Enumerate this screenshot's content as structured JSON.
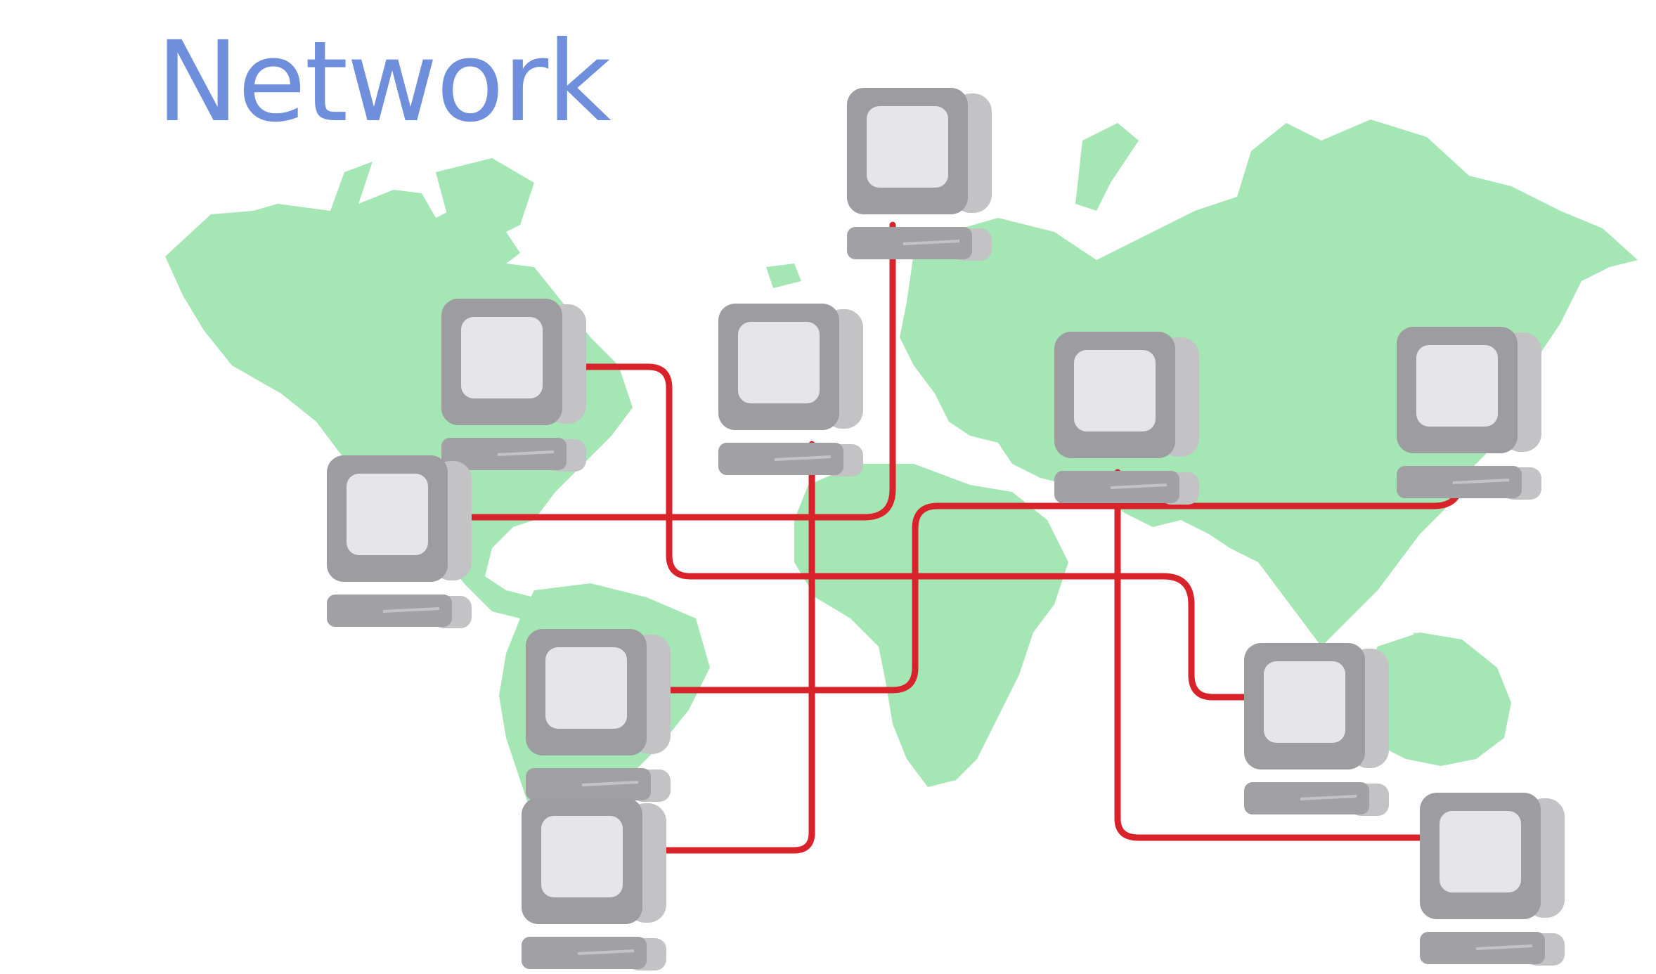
{
  "title": "Network",
  "colors": {
    "title": "#6f8fdc",
    "land": "#a4e6b4",
    "connection": "#d9232a",
    "computer_body": "#9d9da1",
    "computer_side": "#c3c3c6",
    "computer_screen": "#e6e6e9",
    "computer_base": "#a1a1a5",
    "background": "#ffffff"
  },
  "icons": {
    "computer": "computer-icon"
  },
  "diagram": {
    "nodes": [
      "computer-1",
      "computer-2",
      "computer-3",
      "computer-4",
      "computer-5",
      "computer-6",
      "computer-7",
      "computer-8",
      "computer-9",
      "computer-10"
    ],
    "connections": [
      [
        "computer-4",
        "computer-1"
      ],
      [
        "computer-2",
        "computer-9"
      ],
      [
        "computer-3",
        "computer-8"
      ],
      [
        "computer-5",
        "computer-10"
      ],
      [
        "computer-7",
        "computer-6"
      ]
    ]
  }
}
